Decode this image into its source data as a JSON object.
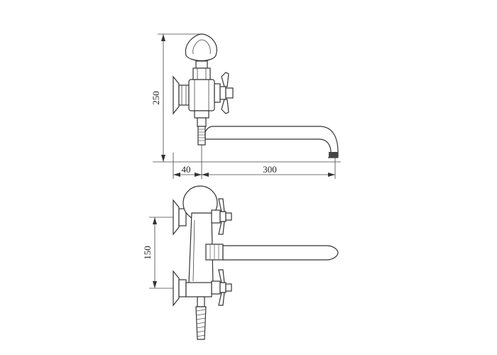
{
  "dimensions": {
    "side_height": "250",
    "side_wall_offset": "40",
    "side_spout_length": "300",
    "front_inlet_spacing": "150"
  },
  "views": [
    "side-view",
    "front-view"
  ],
  "colors": {
    "line": "#333333",
    "background": "#ffffff"
  }
}
